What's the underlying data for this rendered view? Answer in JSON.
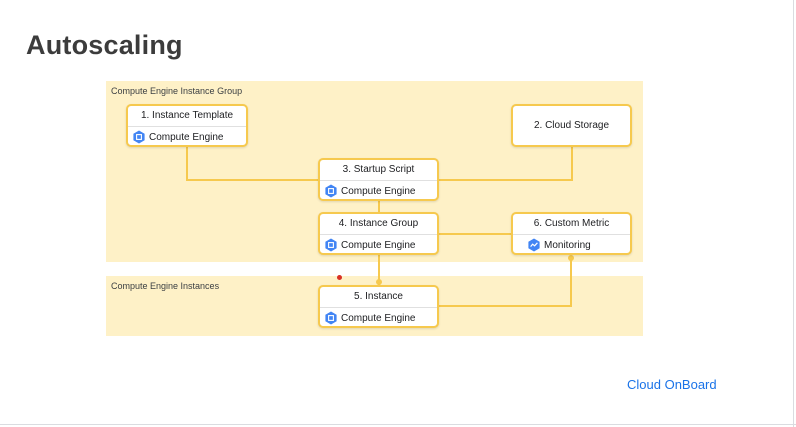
{
  "slide": {
    "title": "Autoscaling",
    "footer": "Cloud OnBoard"
  },
  "diagram": {
    "groups": [
      {
        "label": "Compute Engine Instance Group"
      },
      {
        "label": "Compute Engine Instances"
      }
    ],
    "nodes": [
      {
        "title": "1. Instance Template",
        "product": "Compute Engine",
        "icon": "compute-engine-icon"
      },
      {
        "title": "2. Cloud Storage"
      },
      {
        "title": "3. Startup Script",
        "product": "Compute Engine",
        "icon": "compute-engine-icon"
      },
      {
        "title": "4. Instance Group",
        "product": "Compute Engine",
        "icon": "compute-engine-icon"
      },
      {
        "title": "6. Custom Metric",
        "product": "Monitoring",
        "icon": "monitoring-icon"
      },
      {
        "title": "5. Instance",
        "product": "Compute Engine",
        "icon": "compute-engine-icon"
      }
    ],
    "colors": {
      "group_fill": "#fef1c7",
      "node_border": "#f6c94e",
      "connector": "#f6c94e",
      "icon_blue": "#4285f4",
      "footer_link": "#1a73e8"
    }
  }
}
